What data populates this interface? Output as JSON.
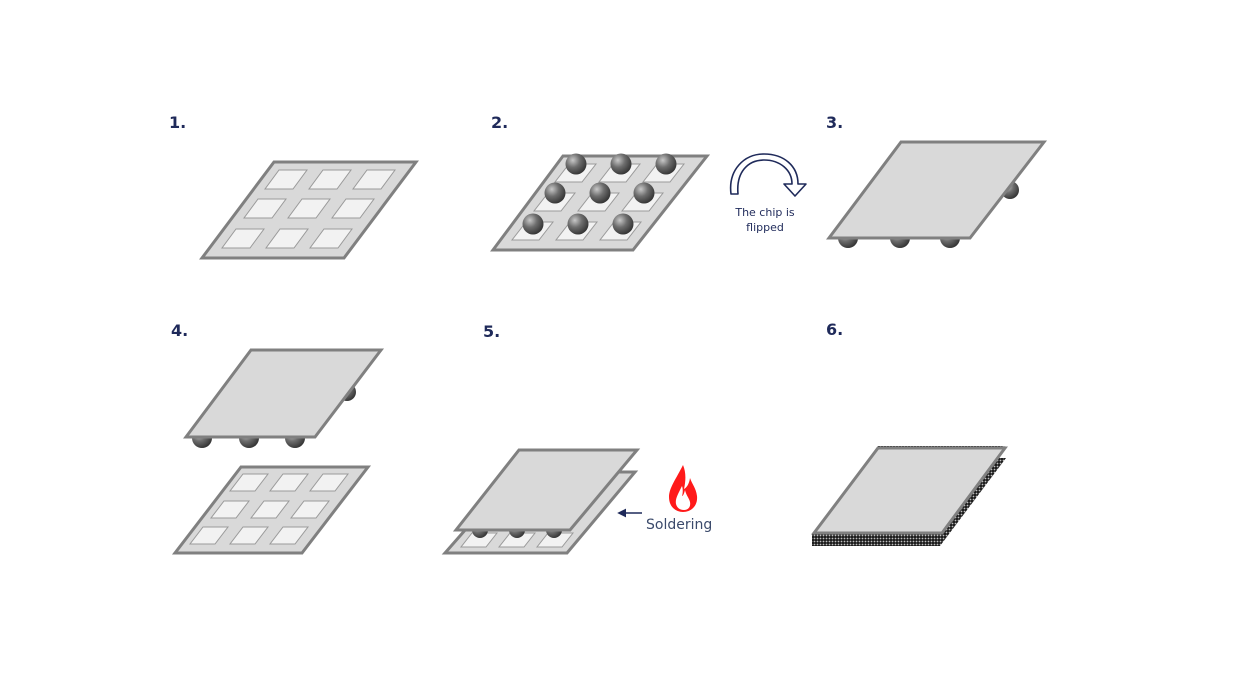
{
  "steps": [
    {
      "label": "1."
    },
    {
      "label": "2."
    },
    {
      "label": "3."
    },
    {
      "label": "4."
    },
    {
      "label": "5."
    },
    {
      "label": "6."
    }
  ],
  "captions": {
    "flip_line1": "The chip is",
    "flip_line2": "flipped",
    "soldering": "Soldering"
  },
  "colors": {
    "label": "#1f2a5a",
    "plate_fill": "#d9d9d9",
    "plate_stroke": "#7f7f7f",
    "pad_fill": "#f2f2f2",
    "ball": "#555555",
    "arrow": "#1f2a5a",
    "flame_outer": "#ff1a1a",
    "flame_inner": "#ffffff"
  },
  "icons": {
    "flip": "curved-arrow-icon",
    "heat": "flame-icon",
    "direction": "arrow-left-icon"
  }
}
